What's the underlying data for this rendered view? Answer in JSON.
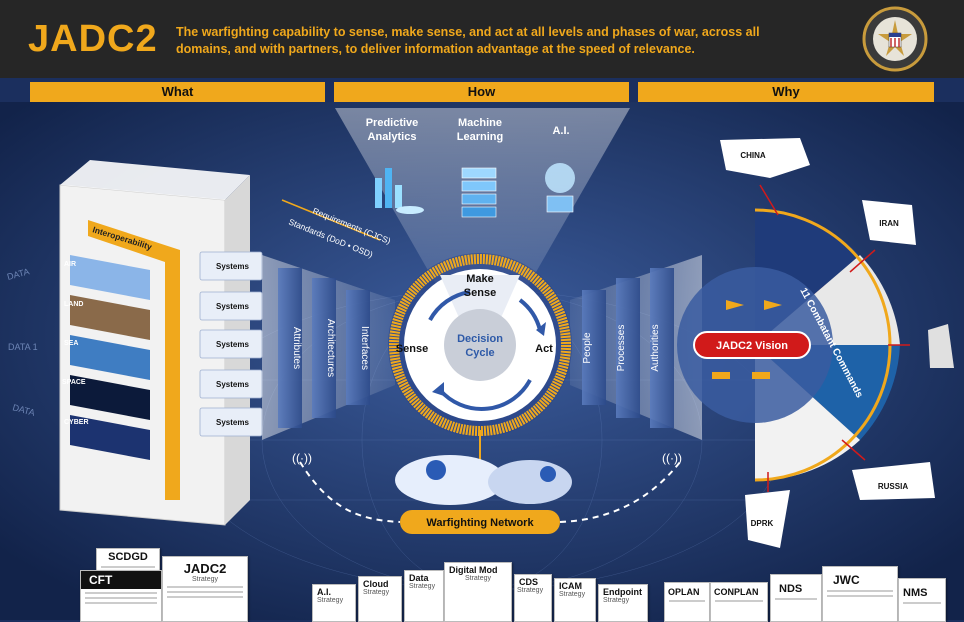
{
  "header": {
    "logo": "JADC2",
    "tagline": "The warfighting capability to sense, make sense, and act at all levels and phases of war, across all domains, and with partners, to deliver information advantage at the speed of relevance."
  },
  "bands": {
    "what": "What",
    "how": "How",
    "why": "Why"
  },
  "what": {
    "interoperability": "Interoperability",
    "domains": [
      "AIR",
      "LAND",
      "SEA",
      "SPACE",
      "CYBER"
    ],
    "systems_label": "Systems",
    "data_label": "DATA",
    "data_label_2": "DATA 1"
  },
  "how": {
    "tech": [
      "Predictive Analytics",
      "Machine Learning",
      "A.I."
    ],
    "requirements": "Requirements (CJCS)",
    "standards": "Standards (DoD • OSD)",
    "left_pillars": [
      "Attributes",
      "Architectures",
      "Interfaces"
    ],
    "right_pillars": [
      "People",
      "Processes",
      "Authorities"
    ],
    "cycle": {
      "center": "Decision Cycle",
      "top": "Make Sense",
      "left": "Sense",
      "right": "Act"
    },
    "network": "Warfighting Network"
  },
  "why": {
    "countries": [
      "CHINA",
      "IRAN",
      "RUSSIA",
      "DPRK"
    ],
    "commands": "11 Combatant Commands",
    "vision": "JADC2 Vision"
  },
  "docs": {
    "what": [
      {
        "title": "SCDGD",
        "sub": ""
      },
      {
        "title": "CFT",
        "sub": ""
      },
      {
        "title": "JADC2",
        "sub": "Strategy"
      }
    ],
    "how": [
      {
        "title": "A.I.",
        "sub": "Strategy"
      },
      {
        "title": "Cloud",
        "sub": "Strategy"
      },
      {
        "title": "Data",
        "sub": "Strategy"
      },
      {
        "title": "Digital Mod",
        "sub": "Strategy"
      },
      {
        "title": "CDS",
        "sub": "Strategy"
      },
      {
        "title": "ICAM",
        "sub": "Strategy"
      },
      {
        "title": "Endpoint",
        "sub": "Strategy"
      }
    ],
    "why": [
      {
        "title": "OPLAN",
        "sub": ""
      },
      {
        "title": "CONPLAN",
        "sub": ""
      },
      {
        "title": "NDS",
        "sub": ""
      },
      {
        "title": "JWC",
        "sub": ""
      },
      {
        "title": "NMS",
        "sub": ""
      }
    ]
  },
  "colors": {
    "gold": "#f0a81c",
    "navy": "#1b2f5e",
    "red": "#d11a1a",
    "header": "#262626"
  }
}
